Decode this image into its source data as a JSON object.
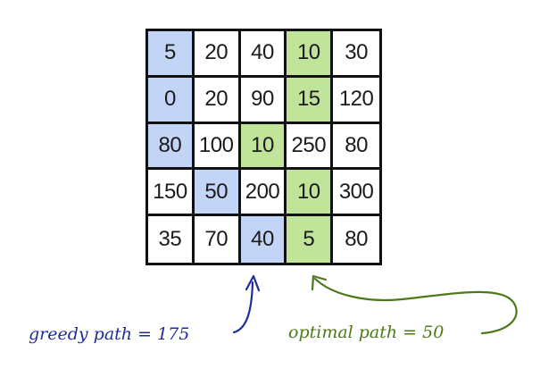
{
  "grid": {
    "rows": [
      [
        {
          "v": "5",
          "hl": "blue"
        },
        {
          "v": "20",
          "hl": ""
        },
        {
          "v": "40",
          "hl": ""
        },
        {
          "v": "10",
          "hl": "green"
        },
        {
          "v": "30",
          "hl": ""
        }
      ],
      [
        {
          "v": "0",
          "hl": "blue"
        },
        {
          "v": "20",
          "hl": ""
        },
        {
          "v": "90",
          "hl": ""
        },
        {
          "v": "15",
          "hl": "green"
        },
        {
          "v": "120",
          "hl": ""
        }
      ],
      [
        {
          "v": "80",
          "hl": "blue"
        },
        {
          "v": "100",
          "hl": ""
        },
        {
          "v": "10",
          "hl": "green"
        },
        {
          "v": "250",
          "hl": ""
        },
        {
          "v": "80",
          "hl": ""
        }
      ],
      [
        {
          "v": "150",
          "hl": ""
        },
        {
          "v": "50",
          "hl": "blue"
        },
        {
          "v": "200",
          "hl": ""
        },
        {
          "v": "10",
          "hl": "green"
        },
        {
          "v": "300",
          "hl": ""
        }
      ],
      [
        {
          "v": "35",
          "hl": ""
        },
        {
          "v": "70",
          "hl": ""
        },
        {
          "v": "40",
          "hl": "blue"
        },
        {
          "v": "5",
          "hl": "green"
        },
        {
          "v": "80",
          "hl": ""
        }
      ]
    ]
  },
  "annotations": {
    "greedy": "greedy path = 175",
    "optimal": "optimal path = 50"
  },
  "colors": {
    "blue_highlight": "#c3d5f6",
    "green_highlight": "#bfe49a",
    "greedy_ink": "#1f2d9a",
    "optimal_ink": "#4c7a1a"
  }
}
